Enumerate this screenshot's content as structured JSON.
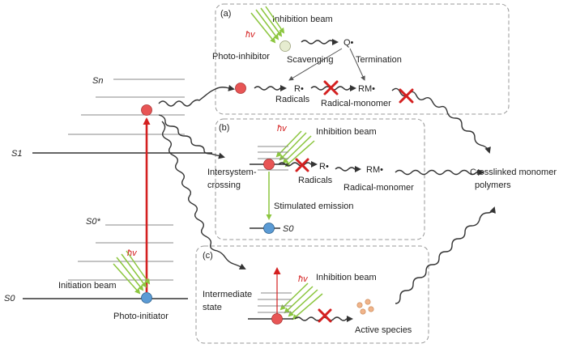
{
  "panels": {
    "a": {
      "tag": "(a)",
      "inhibition_beam": "Inhibition beam",
      "hv": "ħv",
      "photo_inhibitor": "Photo-inhibitor",
      "q_radical": "Q•",
      "scavenging": "Scavenging",
      "termination": "Termination",
      "r_radical": "R•",
      "rm_radical": "RM•",
      "radicals": "Radicals",
      "radical_monomer": "Radical-monomer"
    },
    "b": {
      "tag": "(b)",
      "hv": "ħv",
      "inhibition_beam": "Inhibition beam",
      "r_radical": "R•",
      "radicals": "Radicals",
      "rm_radical": "RM•",
      "radical_monomer": "Radical-monomer",
      "stimulated_emission": "Stimulated emission",
      "s0": "S0"
    },
    "c": {
      "tag": "(c)",
      "hv": "ħv",
      "inhibition_beam": "Inhibition beam",
      "intermediate_1": "Intermediate",
      "intermediate_2": "state",
      "active_species": "Active species"
    }
  },
  "left": {
    "sn": "Sn",
    "s1": "S1",
    "s0_star": "S0*",
    "s0": "S0",
    "hv": "ħv",
    "initiation_beam": "Initiation beam",
    "photo_initiator": "Photo-initiator",
    "isc_1": "Intersystem-",
    "isc_2": "crossing"
  },
  "right": {
    "product_1": "Crosslinked monomer",
    "product_2": "polymers"
  },
  "colors": {
    "red_particle": "#e85555",
    "blue_particle": "#5b9bd5",
    "green_beam": "#8cc63f",
    "excitation_arrow": "#d42020",
    "inhibitor_ball": "#e6ecd0",
    "active_species": "#f0b48a",
    "cross": "#d42020"
  }
}
